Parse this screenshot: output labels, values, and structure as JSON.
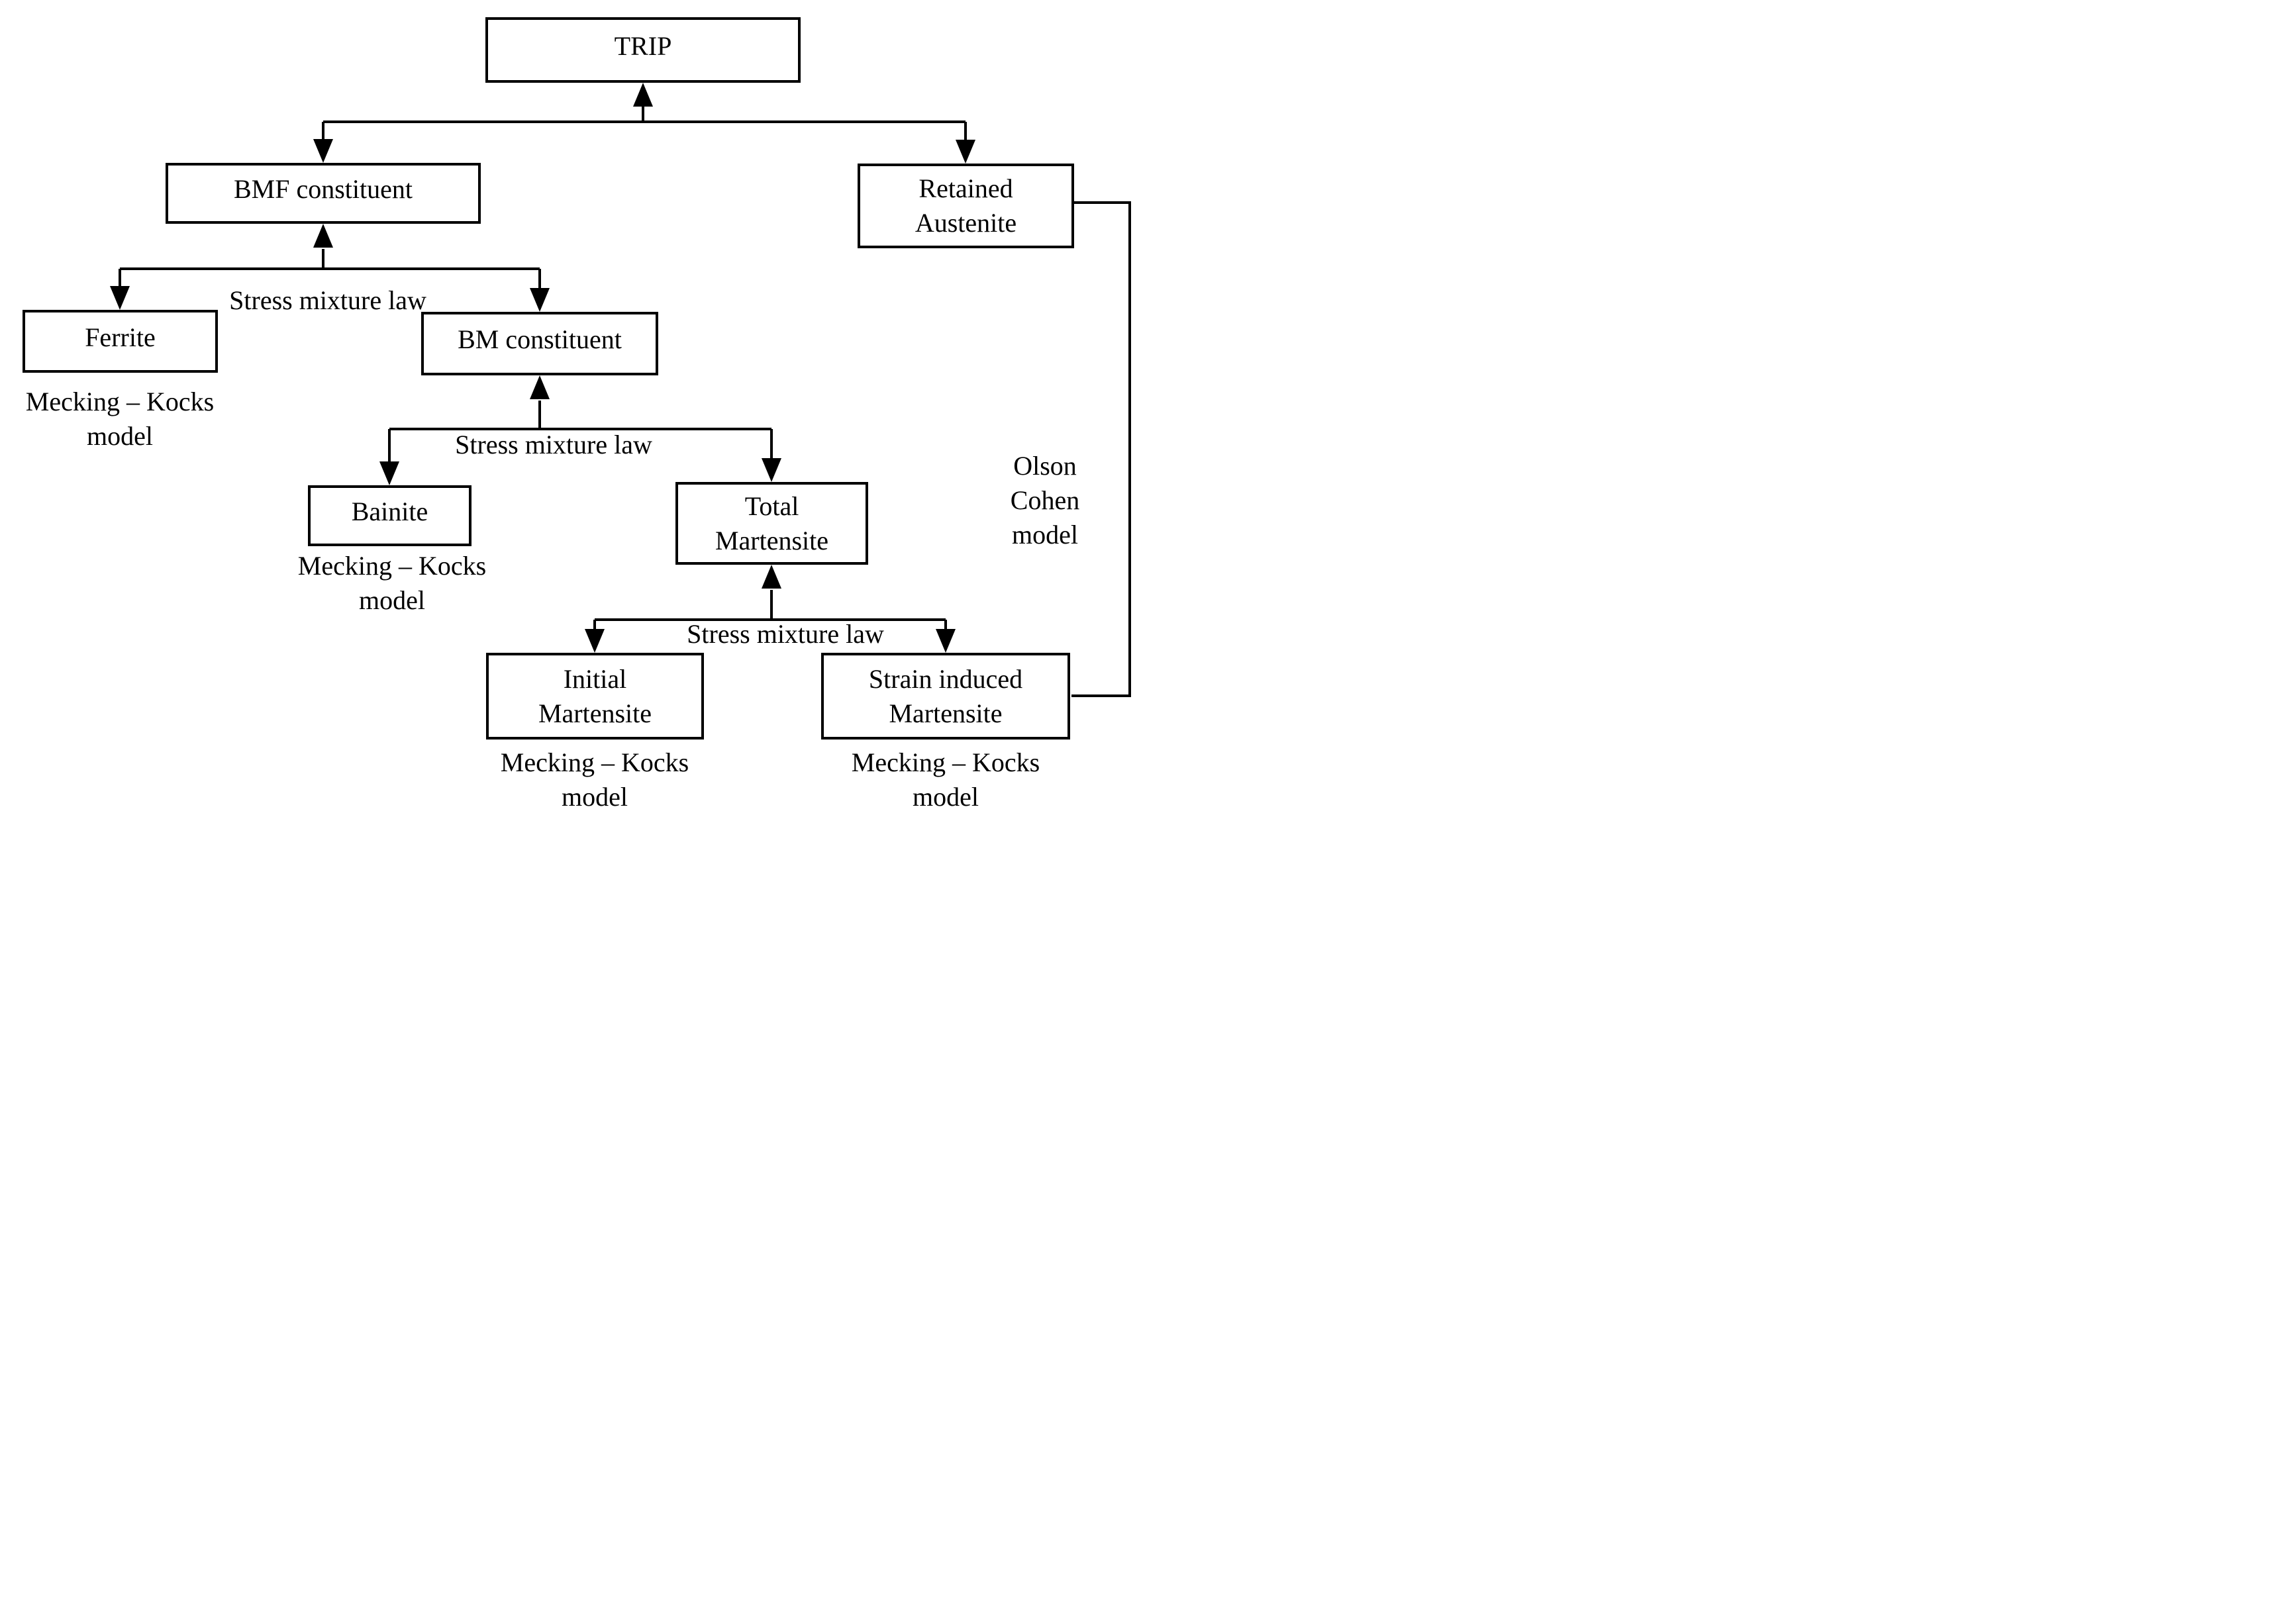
{
  "diagram": {
    "background_color": "#ffffff",
    "line_color": "#000000",
    "box_fill_color": "#ffffff",
    "nodes": {
      "trip": {
        "label": "TRIP"
      },
      "bmf_constituent": {
        "label": "BMF constituent"
      },
      "retained_austenite": {
        "label": "Retained\nAustenite"
      },
      "ferrite": {
        "label": "Ferrite"
      },
      "bm_constituent": {
        "label": "BM constituent"
      },
      "bainite": {
        "label": "Bainite"
      },
      "total_martensite": {
        "label": "Total\nMartensite"
      },
      "initial_martensite": {
        "label": "Initial\nMartensite"
      },
      "strain_induced_martensite": {
        "label": "Strain induced\nMartensite"
      }
    },
    "annotations": {
      "stress_mixture_law_bmf": "Stress mixture law",
      "stress_mixture_law_bm": "Stress mixture law",
      "stress_mixture_law_martensite": "Stress mixture law",
      "mecking_kocks_ferrite": "Mecking – Kocks\nmodel",
      "mecking_kocks_bainite": "Mecking – Kocks\nmodel",
      "mecking_kocks_initial": "Mecking – Kocks\nmodel",
      "mecking_kocks_strain": "Mecking – Kocks\nmodel",
      "olson_cohen": "Olson Cohen\nmodel"
    }
  }
}
